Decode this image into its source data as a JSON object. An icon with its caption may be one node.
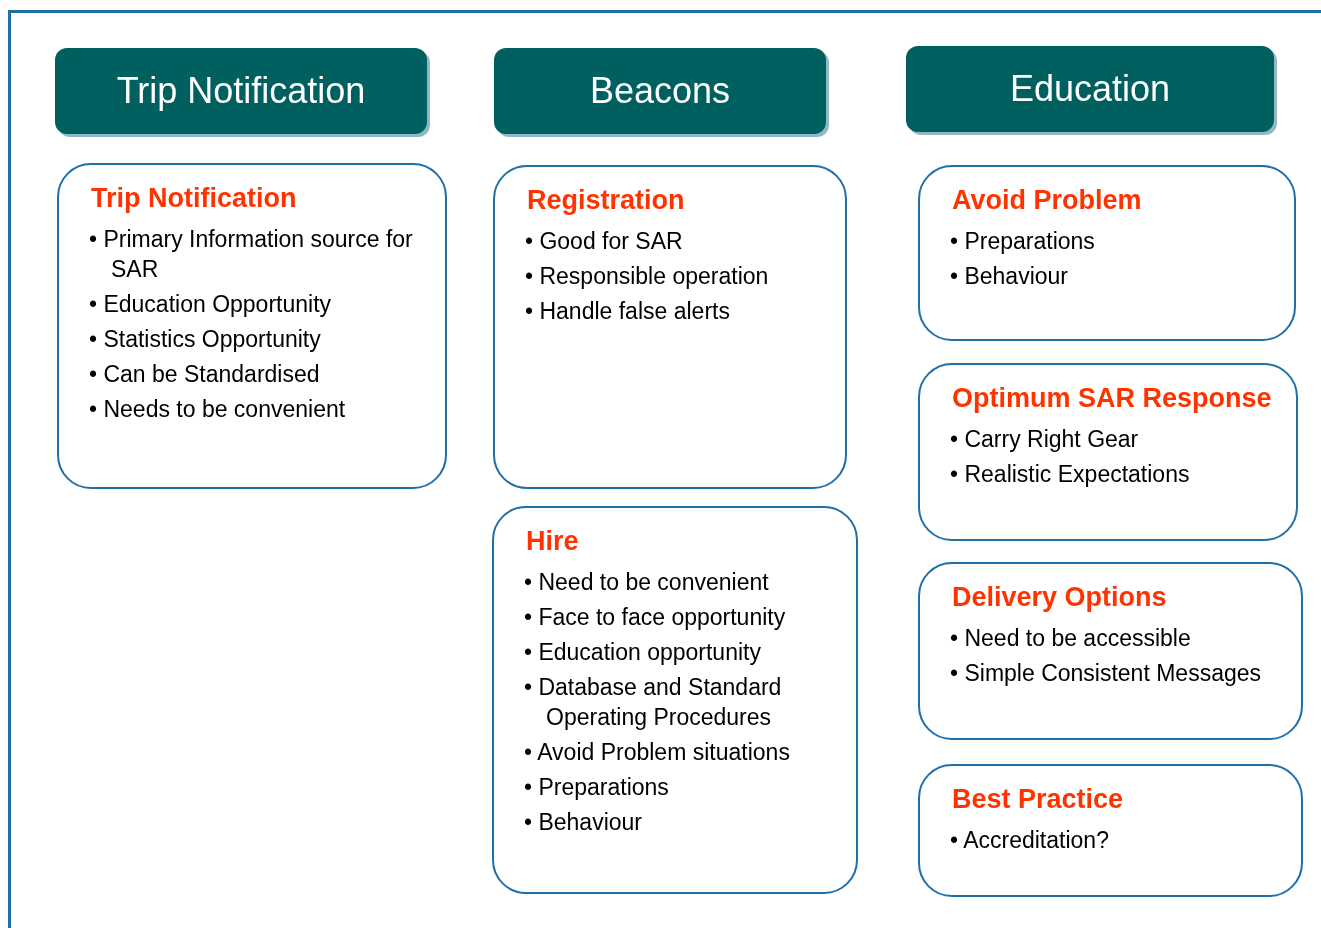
{
  "diagram": {
    "nodes": [
      {
        "text": [
          "Trip Notification"
        ]
      },
      {
        "text": [
          "Beacons"
        ]
      },
      {
        "text": [
          "Education"
        ]
      },
      {
        "text": [
          "Trip Notification",
          "• Primary Information source for SAR",
          "• Education Opportunity",
          "• Statistics Opportunity",
          "• Can be Standardised",
          "• Needs to be convenient"
        ]
      },
      {
        "text": [
          "Registration",
          "• Good for SAR",
          "• Responsible operation",
          "• Handle false alerts"
        ]
      },
      {
        "text": [
          "Hire",
          "• Need to be convenient",
          "• Face to face opportunity",
          "• Education opportunity",
          "• Database and Standard Operating Procedures",
          "• Avoid Problem situations",
          "• Preparations",
          "• Behaviour"
        ]
      },
      {
        "text": [
          "Avoid Problem",
          "• Preparations",
          "• Behaviour"
        ]
      },
      {
        "text": [
          "Optimum SAR Response",
          "• Carry Right Gear",
          "• Realistic Expectations"
        ]
      },
      {
        "text": [
          "Delivery Options",
          "• Need to be accessible",
          "• Simple Consistent Messages"
        ]
      },
      {
        "text": [
          "Best Practice",
          "• Accreditation?"
        ]
      }
    ],
    "edges": []
  }
}
